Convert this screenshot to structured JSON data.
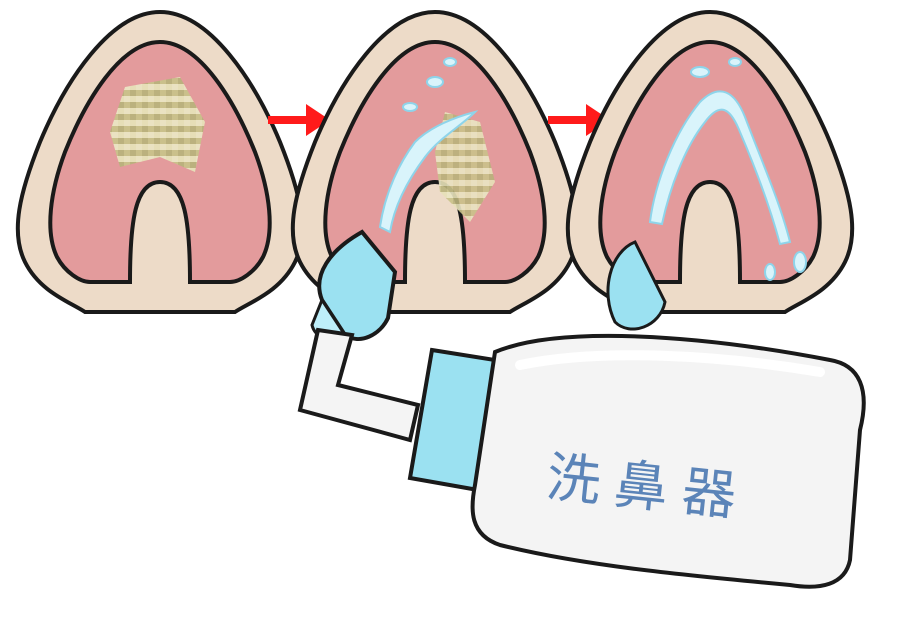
{
  "illustration": {
    "bottle_label": "洗鼻器",
    "colors": {
      "skin": "#eddbc8",
      "nasal_cavity": "#e39b9c",
      "outline": "#1a1a1a",
      "arrow": "#ff1a1a",
      "nozzle": "#9be1f1",
      "bottle_body": "#f4f4f4",
      "bottle_text": "#5b84b8",
      "mucus": "#d8d3a0",
      "water": "#d9f4fb"
    },
    "icons": [
      "nose-cross-section",
      "arrow-right",
      "nasal-irrigation-bottle",
      "water-splash"
    ]
  }
}
